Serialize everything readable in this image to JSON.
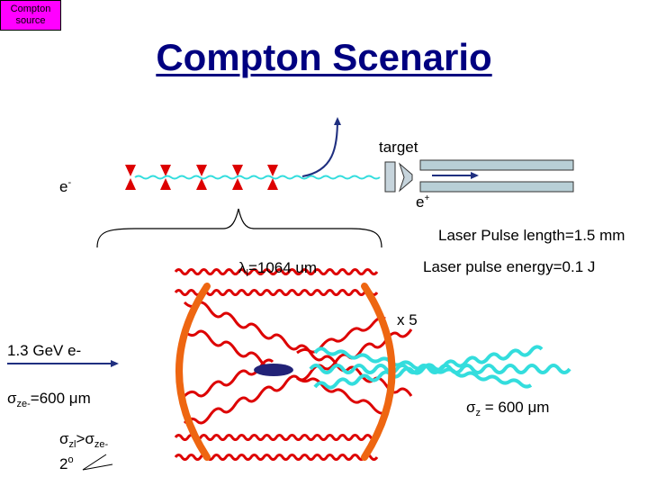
{
  "tag": {
    "line1": "Compton",
    "line2": "source"
  },
  "title": "Compton Scenario",
  "labels": {
    "target": "target",
    "electron": "e",
    "electron_sup": "-",
    "positron": "e",
    "positron_sup": "+",
    "pulse_length": "Laser Pulse length=1.5 mm",
    "pulse_energy": "Laser pulse energy=0.1 J",
    "wavelength_symbol": "λ",
    "wavelength_sub": "l",
    "wavelength_value": "=1064 um",
    "multiplier": "x 5",
    "beam_energy": "1.3 GeV e-",
    "sigma_ze_symbol": "σ",
    "sigma_ze_sub": "ze-",
    "sigma_ze_value": "=600 μm",
    "sigma_z_symbol": "σ",
    "sigma_z_sub": "z",
    "sigma_z_value": " = 600 μm",
    "inequality_lhs_symbol": "σ",
    "inequality_lhs_sub": "zl",
    "inequality_op": ">",
    "inequality_rhs_symbol": "σ",
    "inequality_rhs_sub": "ze-",
    "angle": "2",
    "angle_sup": "o"
  },
  "colors": {
    "title": "#000080",
    "tag_bg": "#ff00ff",
    "laser_red": "#dd0000",
    "gamma_cyan": "#33dddd",
    "mirror_orange": "#ee6611",
    "electron_bunch": "#222277",
    "arrow_navy": "#1f2f80",
    "target_fill": "#c6d4dc",
    "pipe_fill": "#b8cfd6"
  }
}
